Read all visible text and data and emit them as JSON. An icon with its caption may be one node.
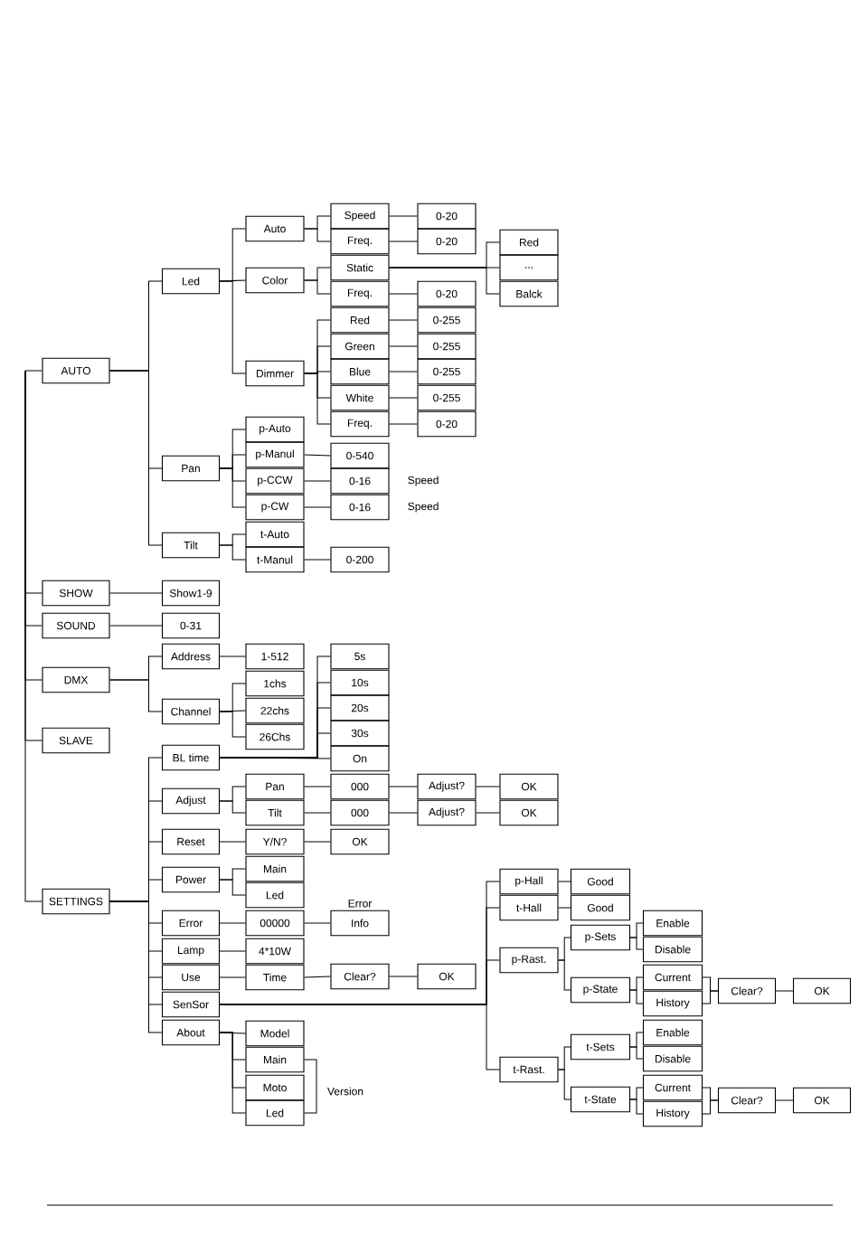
{
  "diagram": {
    "nodes": [
      {
        "text": [
          "AUTO"
        ]
      },
      {
        "text": [
          "Led"
        ]
      },
      {
        "text": [
          "Auto"
        ]
      },
      {
        "text": [
          "Speed"
        ]
      },
      {
        "text": [
          "0-20"
        ]
      },
      {
        "text": [
          "Freq."
        ]
      },
      {
        "text": [
          "0-20"
        ]
      },
      {
        "text": [
          "Color"
        ]
      },
      {
        "text": [
          "Static"
        ]
      },
      {
        "text": [
          "Red"
        ]
      },
      {
        "text": [
          "..."
        ]
      },
      {
        "text": [
          "Balck"
        ]
      },
      {
        "text": [
          "Freq."
        ]
      },
      {
        "text": [
          "0-20"
        ]
      },
      {
        "text": [
          "Dimmer"
        ]
      },
      {
        "text": [
          "Red"
        ]
      },
      {
        "text": [
          "0-255"
        ]
      },
      {
        "text": [
          "Green"
        ]
      },
      {
        "text": [
          "0-255"
        ]
      },
      {
        "text": [
          "Blue"
        ]
      },
      {
        "text": [
          "0-255"
        ]
      },
      {
        "text": [
          "White"
        ]
      },
      {
        "text": [
          "0-255"
        ]
      },
      {
        "text": [
          "Freq."
        ]
      },
      {
        "text": [
          "0-20"
        ]
      },
      {
        "text": [
          "Pan"
        ]
      },
      {
        "text": [
          "p-Auto"
        ]
      },
      {
        "text": [
          "p-Manul"
        ]
      },
      {
        "text": [
          "0-540"
        ]
      },
      {
        "text": [
          "p-CCW"
        ]
      },
      {
        "text": [
          "0-16"
        ],
        "beside": [
          "Speed"
        ]
      },
      {
        "text": [
          "p-CW"
        ]
      },
      {
        "text": [
          "0-16"
        ],
        "beside": [
          "Speed"
        ]
      },
      {
        "text": [
          "Tilt"
        ]
      },
      {
        "text": [
          "t-Auto"
        ]
      },
      {
        "text": [
          "t-Manul"
        ]
      },
      {
        "text": [
          "0-200"
        ]
      },
      {
        "text": [
          "SHOW"
        ]
      },
      {
        "text": [
          "Show1-9"
        ]
      },
      {
        "text": [
          "SOUND"
        ]
      },
      {
        "text": [
          "0-31"
        ]
      },
      {
        "text": [
          "DMX"
        ]
      },
      {
        "text": [
          "Address"
        ]
      },
      {
        "text": [
          "1-512"
        ]
      },
      {
        "text": [
          "Channel"
        ]
      },
      {
        "text": [
          "1chs"
        ]
      },
      {
        "text": [
          "22chs"
        ]
      },
      {
        "text": [
          "26Chs"
        ]
      },
      {
        "text": [
          "SLAVE"
        ]
      },
      {
        "text": [
          "SETTINGS"
        ]
      },
      {
        "text": [
          "BL time"
        ]
      },
      {
        "text": [
          "5s"
        ]
      },
      {
        "text": [
          "10s"
        ]
      },
      {
        "text": [
          "20s"
        ]
      },
      {
        "text": [
          "30s"
        ]
      },
      {
        "text": [
          "On"
        ]
      },
      {
        "text": [
          "Adjust"
        ]
      },
      {
        "text": [
          "Pan"
        ]
      },
      {
        "text": [
          "000"
        ]
      },
      {
        "text": [
          "Adjust?"
        ]
      },
      {
        "text": [
          "OK"
        ]
      },
      {
        "text": [
          "Tilt"
        ]
      },
      {
        "text": [
          "000"
        ]
      },
      {
        "text": [
          "Adjust?"
        ]
      },
      {
        "text": [
          "OK"
        ]
      },
      {
        "text": [
          "Reset"
        ]
      },
      {
        "text": [
          "Y/N?"
        ]
      },
      {
        "text": [
          "OK"
        ]
      },
      {
        "text": [
          "Power"
        ]
      },
      {
        "text": [
          "Main"
        ]
      },
      {
        "text": [
          "Led"
        ]
      },
      {
        "text": [
          "Error"
        ]
      },
      {
        "text": [
          "00000"
        ]
      },
      {
        "text": [
          "Info"
        ],
        "beside": [
          "Error"
        ]
      },
      {
        "text": [
          "Lamp"
        ]
      },
      {
        "text": [
          "4*10W"
        ]
      },
      {
        "text": [
          "Use"
        ]
      },
      {
        "text": [
          "Time"
        ]
      },
      {
        "text": [
          "Clear?"
        ]
      },
      {
        "text": [
          "OK"
        ]
      },
      {
        "text": [
          "SenSor"
        ]
      },
      {
        "text": [
          "p-Hall"
        ]
      },
      {
        "text": [
          "Good"
        ]
      },
      {
        "text": [
          "t-Hall"
        ]
      },
      {
        "text": [
          "Good"
        ]
      },
      {
        "text": [
          "p-Rast."
        ]
      },
      {
        "text": [
          "p-Sets"
        ]
      },
      {
        "text": [
          "Enable"
        ]
      },
      {
        "text": [
          "Disable"
        ]
      },
      {
        "text": [
          "p-State"
        ]
      },
      {
        "text": [
          "Current"
        ]
      },
      {
        "text": [
          "History"
        ]
      },
      {
        "text": [
          "Clear?"
        ]
      },
      {
        "text": [
          "OK"
        ]
      },
      {
        "text": [
          "t-Rast."
        ]
      },
      {
        "text": [
          "t-Sets"
        ]
      },
      {
        "text": [
          "Enable"
        ]
      },
      {
        "text": [
          "Disable"
        ]
      },
      {
        "text": [
          "t-State"
        ]
      },
      {
        "text": [
          "Current"
        ]
      },
      {
        "text": [
          "History"
        ]
      },
      {
        "text": [
          "Clear?"
        ]
      },
      {
        "text": [
          "OK"
        ]
      },
      {
        "text": [
          "About"
        ]
      },
      {
        "text": [
          "Model"
        ]
      },
      {
        "text": [
          "Main"
        ]
      },
      {
        "text": [
          "Moto"
        ]
      },
      {
        "text": [
          "Led"
        ]
      }
    ],
    "edges": [
      {
        "from": null,
        "to": 0,
        "arrow": "none"
      },
      {
        "from": null,
        "to": 37,
        "arrow": "none"
      },
      {
        "from": null,
        "to": 39,
        "arrow": "none"
      },
      {
        "from": null,
        "to": 41,
        "arrow": "none"
      },
      {
        "from": null,
        "to": 48,
        "arrow": "none"
      },
      {
        "from": null,
        "to": 49,
        "arrow": "none"
      },
      {
        "from": 0,
        "to": 1,
        "arrow": "none"
      },
      {
        "from": 0,
        "to": 25,
        "arrow": "none"
      },
      {
        "from": 0,
        "to": 33,
        "arrow": "none"
      },
      {
        "from": 1,
        "to": 2,
        "arrow": "none"
      },
      {
        "from": 1,
        "to": 7,
        "arrow": "none"
      },
      {
        "from": 1,
        "to": 14,
        "arrow": "none"
      },
      {
        "from": 2,
        "to": 3,
        "arrow": "none"
      },
      {
        "from": 2,
        "to": 5,
        "arrow": "none"
      },
      {
        "from": 3,
        "to": 4,
        "arrow": "none"
      },
      {
        "from": 5,
        "to": 6,
        "arrow": "none"
      },
      {
        "from": 7,
        "to": 8,
        "arrow": "none"
      },
      {
        "from": 7,
        "to": 12,
        "arrow": "none"
      },
      {
        "from": 8,
        "to": 9,
        "arrow": "none"
      },
      {
        "from": 8,
        "to": 10,
        "arrow": "none"
      },
      {
        "from": 8,
        "to": 11,
        "arrow": "none"
      },
      {
        "from": 12,
        "to": 13,
        "arrow": "none"
      },
      {
        "from": 14,
        "to": 15,
        "arrow": "none"
      },
      {
        "from": 14,
        "to": 17,
        "arrow": "none"
      },
      {
        "from": 14,
        "to": 19,
        "arrow": "none"
      },
      {
        "from": 14,
        "to": 21,
        "arrow": "none"
      },
      {
        "from": 14,
        "to": 23,
        "arrow": "none"
      },
      {
        "from": 15,
        "to": 16,
        "arrow": "none"
      },
      {
        "from": 17,
        "to": 18,
        "arrow": "none"
      },
      {
        "from": 19,
        "to": 20,
        "arrow": "none"
      },
      {
        "from": 21,
        "to": 22,
        "arrow": "none"
      },
      {
        "from": 23,
        "to": 24,
        "arrow": "none"
      },
      {
        "from": 25,
        "to": 26,
        "arrow": "none"
      },
      {
        "from": 25,
        "to": 27,
        "arrow": "none"
      },
      {
        "from": 25,
        "to": 29,
        "arrow": "none"
      },
      {
        "from": 25,
        "to": 31,
        "arrow": "none"
      },
      {
        "from": 27,
        "to": 28,
        "arrow": "none"
      },
      {
        "from": 29,
        "to": 30,
        "arrow": "none"
      },
      {
        "from": 31,
        "to": 32,
        "arrow": "none"
      },
      {
        "from": 33,
        "to": 34,
        "arrow": "none"
      },
      {
        "from": 33,
        "to": 35,
        "arrow": "none"
      },
      {
        "from": 35,
        "to": 36,
        "arrow": "none"
      },
      {
        "from": 37,
        "to": 38,
        "arrow": "none"
      },
      {
        "from": 39,
        "to": 40,
        "arrow": "none"
      },
      {
        "from": 41,
        "to": 42,
        "arrow": "none"
      },
      {
        "from": 41,
        "to": 44,
        "arrow": "none"
      },
      {
        "from": 42,
        "to": 43,
        "arrow": "none"
      },
      {
        "from": 44,
        "to": 45,
        "arrow": "none"
      },
      {
        "from": 44,
        "to": 46,
        "arrow": "none"
      },
      {
        "from": 44,
        "to": 47,
        "arrow": "none"
      },
      {
        "from": 49,
        "to": 50,
        "arrow": "none"
      },
      {
        "from": 49,
        "to": 56,
        "arrow": "none"
      },
      {
        "from": 49,
        "to": 65,
        "arrow": "none"
      },
      {
        "from": 49,
        "to": 68,
        "arrow": "none"
      },
      {
        "from": 49,
        "to": 71,
        "arrow": "none"
      },
      {
        "from": 49,
        "to": 74,
        "arrow": "none"
      },
      {
        "from": 49,
        "to": 76,
        "arrow": "none"
      },
      {
        "from": 49,
        "to": 80,
        "arrow": "none"
      },
      {
        "from": 49,
        "to": 103,
        "arrow": "none"
      },
      {
        "from": 50,
        "to": 51,
        "arrow": "none"
      },
      {
        "from": 50,
        "to": 52,
        "arrow": "none"
      },
      {
        "from": 50,
        "to": 53,
        "arrow": "none"
      },
      {
        "from": 50,
        "to": 54,
        "arrow": "none"
      },
      {
        "from": 50,
        "to": 55,
        "arrow": "none"
      },
      {
        "from": 56,
        "to": 57,
        "arrow": "none"
      },
      {
        "from": 56,
        "to": 61,
        "arrow": "none"
      },
      {
        "from": 57,
        "to": 58,
        "arrow": "none"
      },
      {
        "from": 58,
        "to": 59,
        "arrow": "none"
      },
      {
        "from": 59,
        "to": 60,
        "arrow": "none"
      },
      {
        "from": 61,
        "to": 62,
        "arrow": "none"
      },
      {
        "from": 62,
        "to": 63,
        "arrow": "none"
      },
      {
        "from": 63,
        "to": 64,
        "arrow": "none"
      },
      {
        "from": 65,
        "to": 66,
        "arrow": "none"
      },
      {
        "from": 66,
        "to": 67,
        "arrow": "none"
      },
      {
        "from": 68,
        "to": 69,
        "arrow": "none"
      },
      {
        "from": 68,
        "to": 70,
        "arrow": "none"
      },
      {
        "from": 71,
        "to": 72,
        "arrow": "none"
      },
      {
        "from": 72,
        "to": 73,
        "arrow": "none"
      },
      {
        "from": 74,
        "to": 75,
        "arrow": "none"
      },
      {
        "from": 76,
        "to": 77,
        "arrow": "none"
      },
      {
        "from": 77,
        "to": 78,
        "arrow": "none"
      },
      {
        "from": 78,
        "to": 79,
        "arrow": "none"
      },
      {
        "from": 80,
        "to": 81,
        "arrow": "none"
      },
      {
        "from": 80,
        "to": 83,
        "arrow": "none"
      },
      {
        "from": 80,
        "to": 85,
        "arrow": "none"
      },
      {
        "from": 80,
        "to": 94,
        "arrow": "none"
      },
      {
        "from": 81,
        "to": 82,
        "arrow": "none"
      },
      {
        "from": 83,
        "to": 84,
        "arrow": "none"
      },
      {
        "from": 85,
        "to": 86,
        "arrow": "none"
      },
      {
        "from": 85,
        "to": 89,
        "arrow": "none"
      },
      {
        "from": 86,
        "to": 87,
        "arrow": "none"
      },
      {
        "from": 86,
        "to": 88,
        "arrow": "none"
      },
      {
        "from": 89,
        "to": 90,
        "arrow": "none"
      },
      {
        "from": 89,
        "to": 91,
        "arrow": "none"
      },
      {
        "from": 90,
        "to": 92,
        "arrow": "none"
      },
      {
        "from": 91,
        "to": 92,
        "arrow": "none"
      },
      {
        "from": 92,
        "to": 93,
        "arrow": "none"
      },
      {
        "from": 94,
        "to": 95,
        "arrow": "none"
      },
      {
        "from": 94,
        "to": 98,
        "arrow": "none"
      },
      {
        "from": 95,
        "to": 96,
        "arrow": "none"
      },
      {
        "from": 95,
        "to": 97,
        "arrow": "none"
      },
      {
        "from": 98,
        "to": 99,
        "arrow": "none"
      },
      {
        "from": 98,
        "to": 100,
        "arrow": "none"
      },
      {
        "from": 99,
        "to": 101,
        "arrow": "none"
      },
      {
        "from": 100,
        "to": 101,
        "arrow": "none"
      },
      {
        "from": 101,
        "to": 102,
        "arrow": "none"
      },
      {
        "from": 103,
        "to": 104,
        "arrow": "none"
      },
      {
        "from": 103,
        "to": 105,
        "arrow": "none"
      },
      {
        "from": 103,
        "to": 106,
        "arrow": "none"
      },
      {
        "from": 103,
        "to": 107,
        "arrow": "none"
      }
    ],
    "labels": [
      "Version"
    ]
  }
}
